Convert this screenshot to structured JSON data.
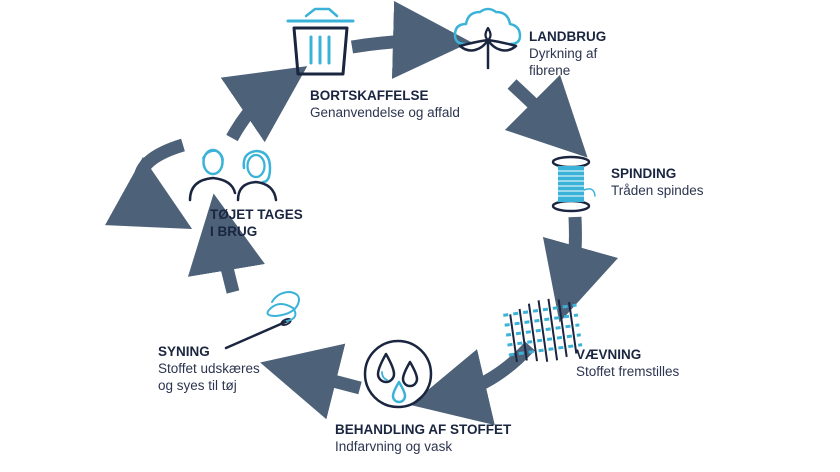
{
  "stages": {
    "landbrug": {
      "title": "LANDBRUG",
      "subtitle": "Dyrkning af fibrene",
      "icon": "cotton-plant-icon"
    },
    "spinding": {
      "title": "SPINDING",
      "subtitle": "Tråden spindes",
      "icon": "thread-spool-icon"
    },
    "vaevning": {
      "title": "VÆVNING",
      "subtitle": "Stoffet fremstilles",
      "icon": "woven-fabric-icon"
    },
    "behandling": {
      "title": "BEHANDLING AF STOFFET",
      "subtitle": "Indfarvning og vask",
      "icon": "water-drops-icon"
    },
    "syning": {
      "title": "SYNING",
      "subtitle": "Stoffet udskæres og syes til tøj",
      "icon": "needle-thread-icon"
    },
    "brug": {
      "title": "TØJET TAGES I BRUG",
      "icon": "people-icon"
    },
    "bortskaffelse": {
      "title": "BORTSKAFFELSE",
      "subtitle": "Genanvendelse og affald",
      "icon": "trash-bin-icon"
    }
  },
  "colors": {
    "arrow": "#4d6178",
    "navy": "#1a2540",
    "accent": "#3bb3d8"
  }
}
